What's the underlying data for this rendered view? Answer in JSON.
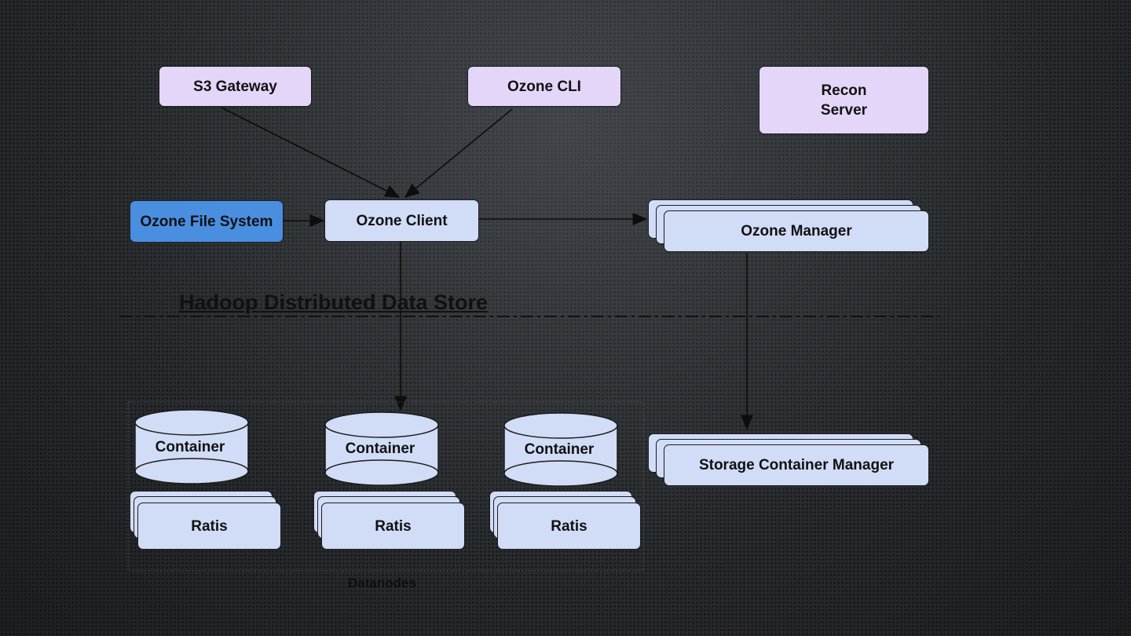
{
  "nodes": {
    "s3_gateway": "S3 Gateway",
    "ozone_cli": "Ozone CLI",
    "recon_server_line1": "Recon",
    "recon_server_line2": "Server",
    "ozone_file_system": "Ozone File System",
    "ozone_client": "Ozone Client",
    "ozone_manager": "Ozone Manager",
    "storage_container_manager": "Storage Container Manager"
  },
  "boundary_label": "Hadoop Distributed Data Store",
  "datanodes": {
    "label": "Datanodes",
    "units": [
      {
        "container": "Container",
        "ratis": "Ratis"
      },
      {
        "container": "Container",
        "ratis": "Ratis"
      },
      {
        "container": "Container",
        "ratis": "Ratis"
      }
    ]
  },
  "colors": {
    "light_blue_box": "#d1dcf7",
    "purple_box": "#e4d6f8",
    "file_system_box": "#4a8ee0"
  }
}
